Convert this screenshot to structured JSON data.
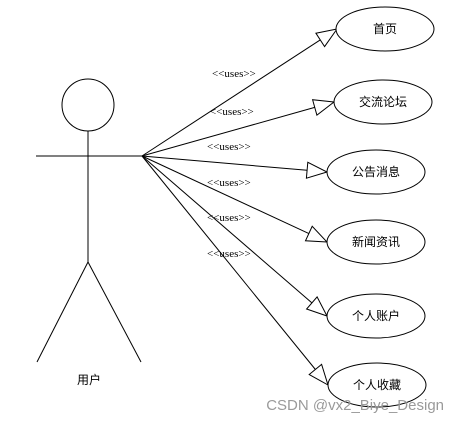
{
  "actor": {
    "label": "用户"
  },
  "relation_label": "<<uses>>",
  "use_cases": [
    {
      "label": "首页"
    },
    {
      "label": "交流论坛"
    },
    {
      "label": "公告消息"
    },
    {
      "label": "新闻资讯"
    },
    {
      "label": "个人账户"
    },
    {
      "label": "个人收藏"
    }
  ],
  "watermark": "CSDN @vx2_Biye_Design",
  "colors": {
    "stroke": "#000000",
    "watermark": "#9a9a9a"
  }
}
